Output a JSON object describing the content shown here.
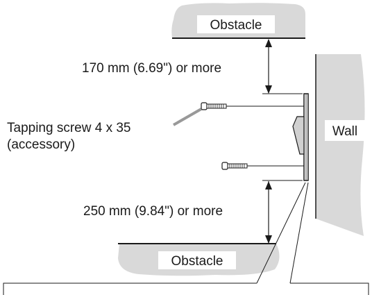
{
  "labels": {
    "obstacle_top": "Obstacle",
    "obstacle_bottom": "Obstacle",
    "wall": "Wall",
    "top_clearance": "170 mm (6.69\") or more",
    "bottom_clearance": "250 mm (9.84\") or more",
    "screw_line1": "Tapping screw 4 x 35",
    "screw_line2": "(accessory)"
  },
  "colors": {
    "obstacle_fill": "#d9d9d9",
    "wall_fill": "#d9d9d9",
    "line": "#1a1a1a",
    "screw_leader": "#999999",
    "label_box": "#ffffff"
  },
  "icons": {
    "screw": "tapping-screw-icon",
    "unit": "indoor-unit-bracket-icon"
  }
}
